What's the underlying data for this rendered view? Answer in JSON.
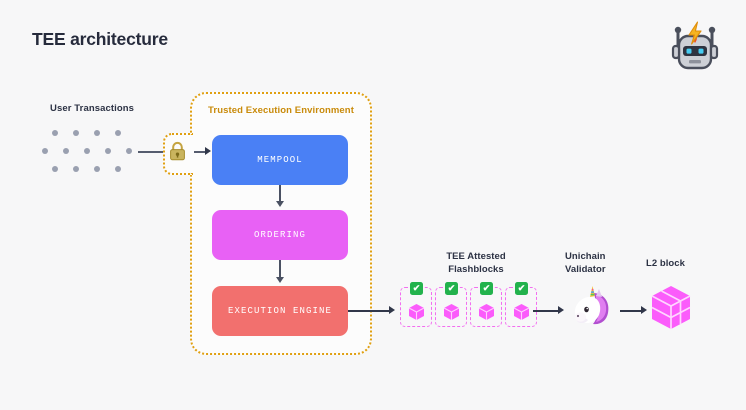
{
  "page": {
    "title": "TEE architecture",
    "background_color": "#f7f7f8"
  },
  "brand": {
    "logo_icon": "flashbots-robot-icon"
  },
  "inputs": {
    "label": "User Transactions",
    "dot_rows": [
      4,
      5,
      4
    ],
    "dot_color": "#9aa0b0"
  },
  "tee": {
    "label": "Trusted Execution Environment",
    "border_color": "#e0a012",
    "lock_icon": "lock-icon",
    "stages": [
      {
        "id": "mempool",
        "label": "MEMPOOL",
        "color": "#4a80f5"
      },
      {
        "id": "ordering",
        "label": "ORDERING",
        "color": "#e861f5"
      },
      {
        "id": "execution",
        "label": "EXECUTION ENGINE",
        "color": "#f2706e"
      }
    ]
  },
  "flashblocks": {
    "label_line1": "TEE Attested",
    "label_line2": "Flashblocks",
    "count": 4,
    "badge_icon": "check-badge-icon",
    "badge_glyph": "✔",
    "block_icon": "cube-icon",
    "border_color": "#f26ef0",
    "cube_color": "#fb5cfb"
  },
  "validator": {
    "label_line1": "Unichain",
    "label_line2": "Validator",
    "icon": "unicorn-icon"
  },
  "output": {
    "label": "L2 block",
    "icon": "l2-cube-icon",
    "color": "#fb5cfb"
  }
}
